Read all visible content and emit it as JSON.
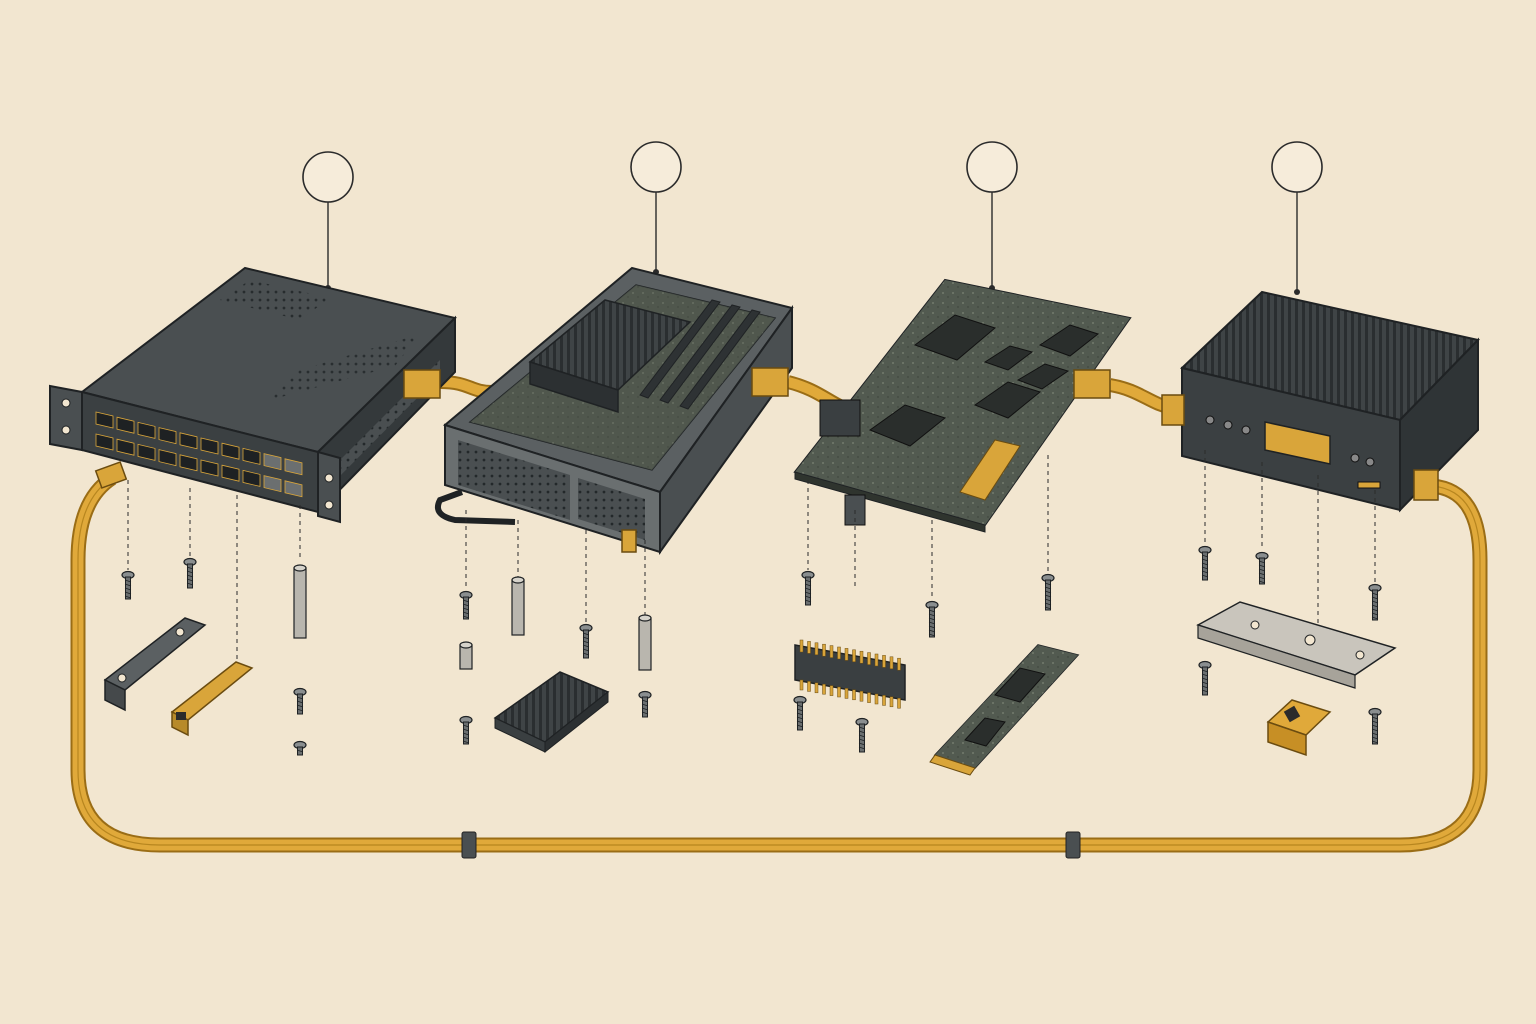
{
  "diagram": {
    "kind": "exploded-isometric-hardware-assembly",
    "callout_count": 4,
    "callout_labels": [
      "",
      "",
      "",
      ""
    ],
    "components": [
      {
        "id": "network-switch",
        "icon": "ethernet-switch-icon"
      },
      {
        "id": "server-chassis",
        "icon": "server-sled-icon"
      },
      {
        "id": "circuit-board",
        "icon": "pcb-icon"
      },
      {
        "id": "fanless-mini-pc",
        "icon": "mini-pc-icon"
      }
    ],
    "parts": [
      "screw",
      "mounting-bracket",
      "sfp-transceiver",
      "standoff",
      "heatsink",
      "pin-header",
      "m2-module",
      "mounting-plate",
      "cable-connector"
    ]
  },
  "colors": {
    "background": "#f2e6d0",
    "ink": "#2b2b2b",
    "metal_dark": "#3d4244",
    "metal_mid": "#5b6062",
    "pcb": "#4a5048",
    "cable": "#e0a93a",
    "cable_edge": "#9a6d16",
    "accent_gold": "#d9a53a",
    "plate": "#c9c5bc"
  }
}
